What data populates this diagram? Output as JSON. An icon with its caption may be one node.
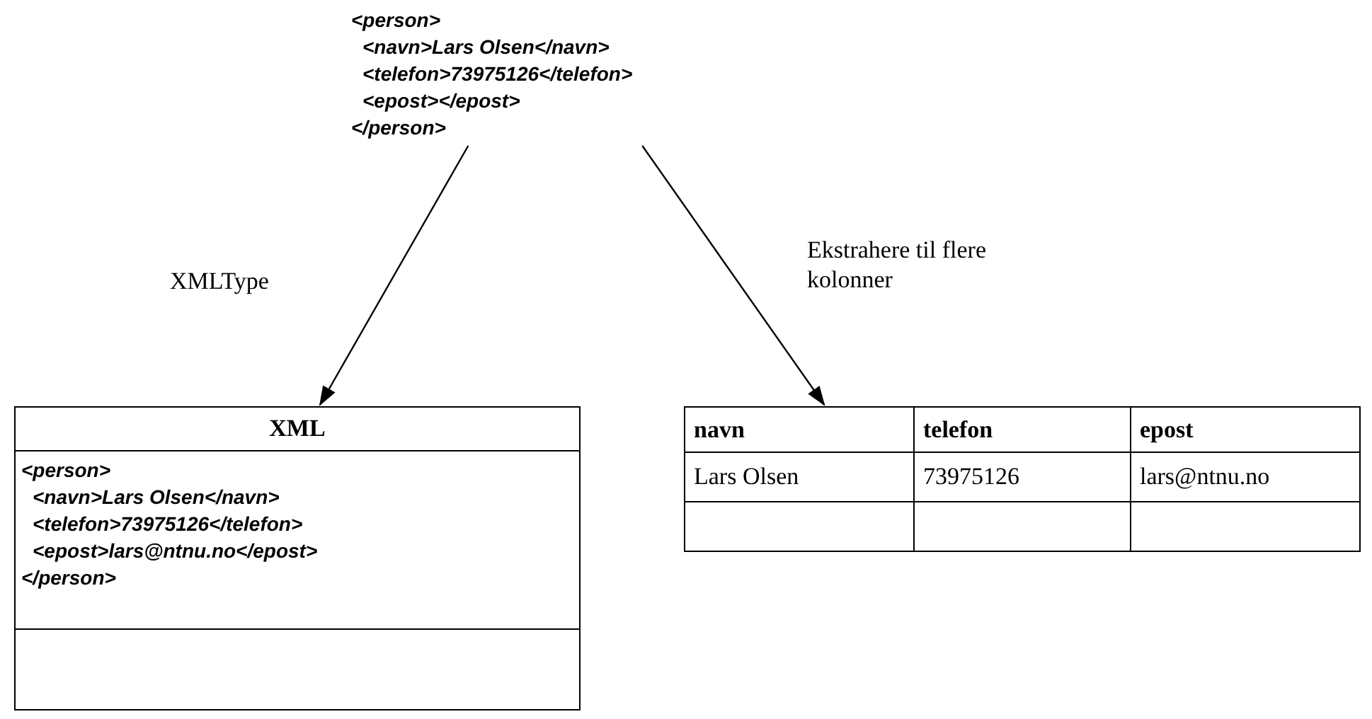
{
  "diagram": {
    "nodes": [
      {
        "text": [
          "<person>",
          "<navn>Lars Olsen</navn>",
          "<telefon>73975126</telefon>",
          "<epost></epost>",
          "</person>"
        ]
      },
      {
        "text": [
          "XML",
          "<person>",
          "<navn>Lars Olsen</navn>",
          "<telefon>73975126</telefon>",
          "<epost>lars@ntnu.no</epost>",
          "</person>"
        ]
      },
      {
        "text": [
          "navn",
          "telefon",
          "epost",
          "Lars Olsen",
          "73975126",
          "lars@ntnu.no"
        ]
      }
    ],
    "edges": [
      {
        "from": 0,
        "to": 1,
        "arrow": "to",
        "label": "XMLType"
      },
      {
        "from": 0,
        "to": 2,
        "arrow": "to",
        "label": "Ekstrahere til flere kolonner"
      }
    ]
  }
}
